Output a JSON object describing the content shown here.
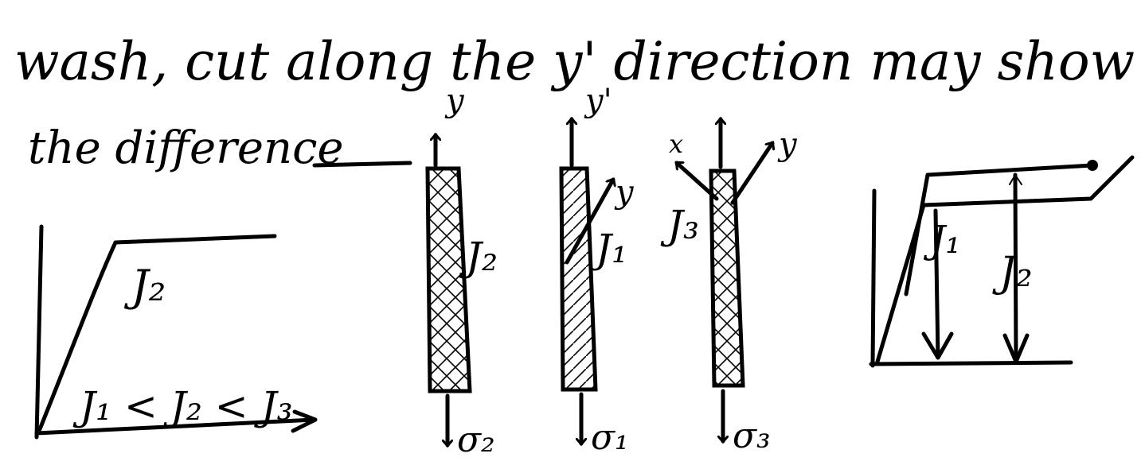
{
  "header": {
    "line1": "wash, cut along the y' direction may show",
    "line2": "the difference"
  },
  "left_plot": {
    "curve_label": "J₂",
    "inequality": "J₁ < J₂ < J₃"
  },
  "strip_a": {
    "axis_label": "y",
    "strip_label": "J₂",
    "stress_label": "σ₂"
  },
  "strip_b": {
    "axis_label": "y'",
    "rot_axis_label": "y",
    "strip_label": "J₁",
    "stress_label": "σ₁"
  },
  "strip_c": {
    "x_label": "x",
    "rot_axis_label": "y",
    "strip_label": "J₃",
    "stress_label": "σ₃"
  },
  "right_plot": {
    "label_1": "J₁",
    "label_2": "J₂"
  }
}
